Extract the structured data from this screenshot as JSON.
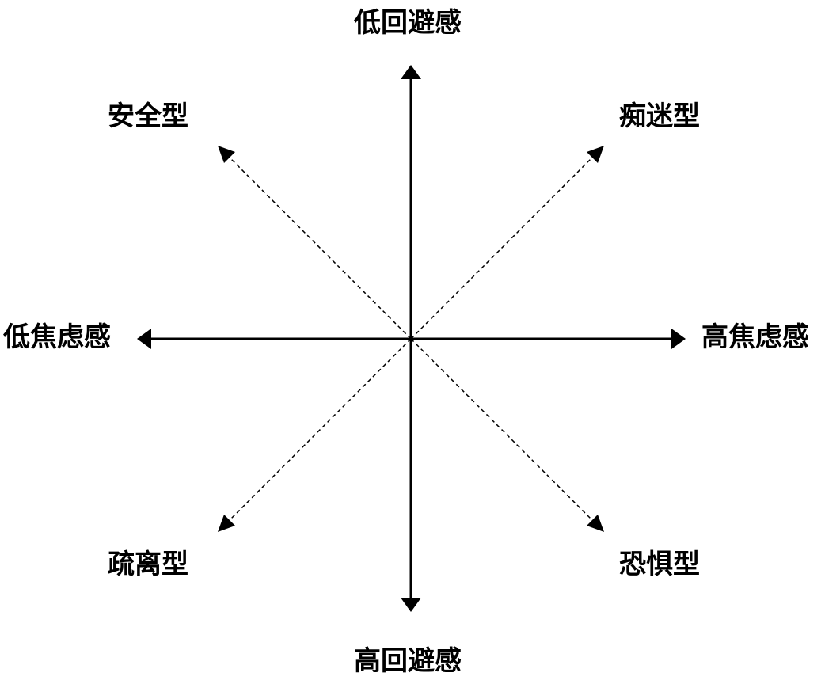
{
  "axes": {
    "vertical_top": "低回避感",
    "vertical_bottom": "高回避感",
    "horizontal_left": "低焦虑感",
    "horizontal_right": "高焦虑感"
  },
  "quadrants": {
    "top_left": "安全型",
    "top_right": "痴迷型",
    "bottom_left": "疏离型",
    "bottom_right": "恐惧型"
  },
  "colors": {
    "line": "#000000",
    "background": "#ffffff"
  }
}
